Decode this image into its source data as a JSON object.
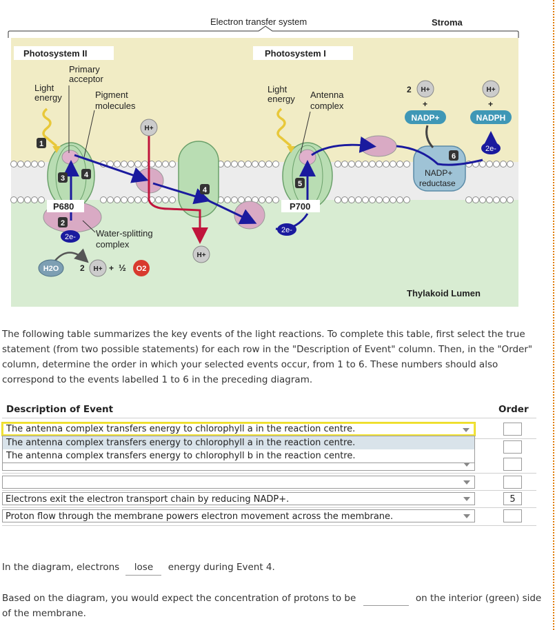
{
  "diagram": {
    "top_label": "Electron transfer system",
    "stroma_label": "Stroma",
    "lumen_label": "Thylakoid Lumen",
    "ps2_label": "Photosystem II",
    "ps1_label": "Photosystem I",
    "primary_acceptor": [
      "Primary",
      "acceptor"
    ],
    "light_energy_left": [
      "Light",
      "energy"
    ],
    "pigment_molecules": [
      "Pigment",
      "molecules"
    ],
    "light_energy_right": [
      "Light",
      "energy"
    ],
    "antenna_complex": [
      "Antenna",
      "complex"
    ],
    "p680": "P680",
    "p700": "P700",
    "water_splitting": [
      "Water-splitting",
      "complex"
    ],
    "nadp_reductase": [
      "NADP+",
      "reductase"
    ],
    "h_plus": "H+",
    "nadp_plus": "NADP+",
    "nadph": "NADPH",
    "two_e": "2e-",
    "h2o": "H2O",
    "two": "2",
    "plus": "+",
    "half": "½",
    "o2": "O2",
    "numbers": [
      "1",
      "2",
      "3",
      "4",
      "4",
      "5",
      "6"
    ],
    "colors": {
      "stroma_bg": "#f1ecc5",
      "lumen_bg": "#d8ecd2",
      "arrow_blue": "#1a1a9e",
      "proton_red": "#c0143c",
      "protein_green": "#b9ddb3",
      "pink": "#d9aac4"
    }
  },
  "intro_text": "The following table summarizes the key events of the light reactions. To complete this table, first select the true statement (from two possible statements) for each row in the \"Description of Event\" column. Then, in the \"Order\" column, determine the order in which your selected events occur, from 1 to 6. These numbers should also correspond to the events labelled 1 to 6 in the preceding diagram.",
  "table": {
    "col_description": "Description of Event",
    "col_order": "Order",
    "rows": [
      {
        "selected": "The antenna complex transfers energy to chlorophyll a in the reaction centre.",
        "order": ""
      },
      {
        "selected": "",
        "order": ""
      },
      {
        "selected": "",
        "order": ""
      },
      {
        "selected": "",
        "order": ""
      },
      {
        "selected": "Electrons exit the electron transport chain by reducing NADP+.",
        "order": "5"
      },
      {
        "selected": "Proton flow through the membrane powers electron movement across the membrane.",
        "order": ""
      }
    ],
    "dropdown_options": [
      "The antenna complex transfers energy to chlorophyll a in the reaction centre.",
      "The antenna complex transfers energy to chlorophyll b in the reaction centre."
    ]
  },
  "question1": {
    "before": "In the diagram, electrons",
    "answer": "lose",
    "after": "energy during Event 4."
  },
  "question2": {
    "before": "Based on the diagram, you would expect the concentration of protons to be",
    "answer": "",
    "after": "on the interior (green) side of the membrane."
  }
}
